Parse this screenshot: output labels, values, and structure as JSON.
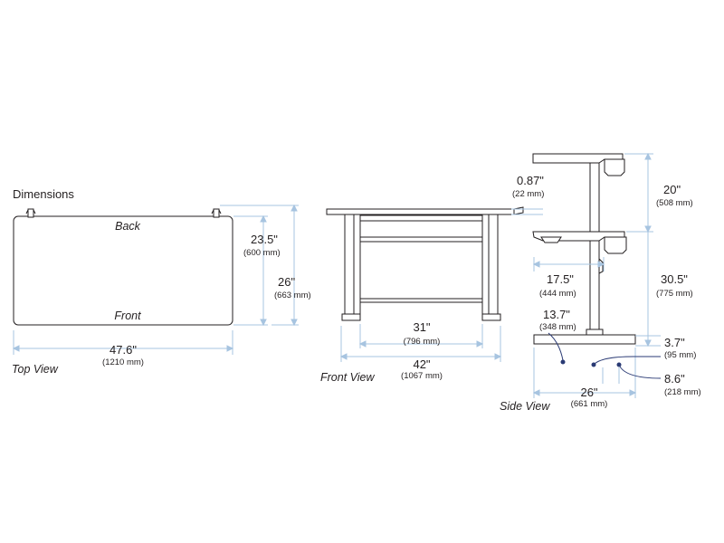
{
  "title": "Dimensions",
  "top_view": {
    "caption": "Top View",
    "back_label": "Back",
    "front_label": "Front",
    "width": {
      "in": "47.6\"",
      "mm": "(1210 mm)"
    },
    "depth_surface": {
      "in": "23.5\"",
      "mm": "(600 mm)"
    },
    "depth_overall": {
      "in": "26\"",
      "mm": "(663 mm)"
    }
  },
  "front_view": {
    "caption": "Front View",
    "surface_thickness": {
      "in": "0.87\"",
      "mm": "(22 mm)"
    },
    "inner_width": {
      "in": "31\"",
      "mm": "(796 mm)"
    },
    "base_width": {
      "in": "42\"",
      "mm": "(1067 mm)"
    }
  },
  "side_view": {
    "caption": "Side View",
    "height_range": {
      "in": "20\"",
      "mm": "(508 mm)"
    },
    "depth_upper": {
      "in": "17.5\"",
      "mm": "(444 mm)"
    },
    "min_height": {
      "in": "30.5\"",
      "mm": "(775 mm)"
    },
    "caster_offset": {
      "in": "13.7\"",
      "mm": "(348 mm)"
    },
    "base_height": {
      "in": "3.7\"",
      "mm": "(95 mm)"
    },
    "rear_offset": {
      "in": "8.6\"",
      "mm": "(218 mm)"
    },
    "base_depth": {
      "in": "26\"",
      "mm": "(661 mm)"
    }
  },
  "colors": {
    "line": "#231f20",
    "dim": "#a7c4e0",
    "fill": "#ffffff"
  }
}
